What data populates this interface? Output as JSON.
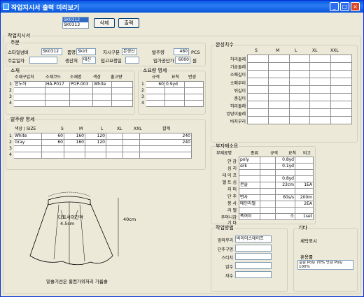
{
  "window": {
    "title": "작업지시서 출력 미리보기"
  },
  "top": {
    "list": [
      "SK0312",
      "SK0313"
    ],
    "delete_label": "삭제",
    "print_label": "출력"
  },
  "sheet": {
    "title": "작업지시서"
  },
  "order": {
    "title": "주문",
    "style_label": "스타일넘버",
    "style_value": "SK0312",
    "item_label": "품명",
    "item_value": "Skirt",
    "category_label": "지시구분",
    "category_value": "본생산",
    "qty_label": "발주량",
    "qty_value": "480",
    "qty_unit": "PCS",
    "date_label": "주문일자",
    "date_value": "",
    "factory_label": "생산처",
    "factory_value": "대신",
    "warehouse_label": "입고요청일",
    "warehouse_value": "",
    "price_label": "임가공단가",
    "price_value": "6000",
    "price_unit": "원"
  },
  "fabric": {
    "title": "소재",
    "headers": [
      "소재구입처",
      "소재코드",
      "소재명",
      "색상",
      "출고량"
    ],
    "rows": [
      [
        "한노하",
        "HA-P017",
        "POP-003",
        "White",
        ""
      ],
      [
        "",
        "",
        "",
        "",
        ""
      ],
      [
        "",
        "",
        "",
        "",
        ""
      ],
      [
        "",
        "",
        "",
        "",
        ""
      ]
    ],
    "row_nums": [
      "1",
      "2",
      "3",
      "4"
    ]
  },
  "usage": {
    "title": "소요량 명세",
    "headers": [
      "규격",
      "요척",
      "변경"
    ],
    "rows": [
      [
        "60",
        "0.9yd",
        ""
      ],
      [
        "",
        "",
        ""
      ],
      [
        "",
        "",
        ""
      ],
      [
        "",
        "",
        ""
      ]
    ],
    "row_nums": [
      "1",
      "2",
      "3",
      "4"
    ]
  },
  "orderqty": {
    "title": "발주량 명세",
    "headers": [
      "색상 / SIZE",
      "S",
      "M",
      "L",
      "XL",
      "XXL",
      "합계"
    ],
    "rows": [
      [
        "White",
        "60",
        "160",
        "120",
        "",
        "",
        "240"
      ],
      [
        "Gray",
        "60",
        "160",
        "120",
        "",
        "",
        "240"
      ],
      [
        "",
        "",
        "",
        "",
        "",
        "",
        ""
      ],
      [
        "",
        "",
        "",
        "",
        "",
        "",
        ""
      ]
    ],
    "row_nums": [
      "1",
      "2",
      "3",
      "4"
    ]
  },
  "sketch": {
    "note1": "다트사이간격",
    "note2": "4.5cm",
    "length": "40cm",
    "footer": "밑솔기선은 휨컴가위처리 가름솔"
  },
  "finish": {
    "title": "완성치수",
    "sizes": [
      "S",
      "M",
      "L",
      "XL",
      "XXL"
    ],
    "rows": [
      "허리둘레",
      "기슴둘레",
      "소매길이",
      "소매부리",
      "뒤길이",
      "총길이",
      "히리둘레",
      "엉덩이둘레",
      "바지부리"
    ]
  },
  "parts": {
    "title": "부자재소요",
    "headers": [
      "부재료명",
      "종류",
      "규격",
      "요척",
      "비고"
    ],
    "rows": [
      {
        "name": "안   감",
        "kind": "poly",
        "spec": "",
        "yo": "0.8yd",
        "note": ""
      },
      {
        "name": "심   지",
        "kind": "silk",
        "spec": "",
        "yo": "0.1yd",
        "note": ""
      },
      {
        "name": "테 이 프",
        "kind": "",
        "spec": "",
        "yo": "",
        "note": ""
      },
      {
        "name": "벨 트 심",
        "kind": "",
        "spec": "",
        "yo": "0.8yd",
        "note": ""
      },
      {
        "name": "지   퍼",
        "kind": "콘솔",
        "spec": "",
        "yo": "23cm",
        "note": "1EA"
      },
      {
        "name": "단   추",
        "kind": "",
        "spec": "",
        "yo": "",
        "note": ""
      },
      {
        "name": "봉   사",
        "kind": "면사",
        "spec": "",
        "yo": "60s/s",
        "note": "200m"
      },
      {
        "name": "라   벨",
        "kind": "메인라벨",
        "spec": "",
        "yo": "",
        "note": "2EA"
      },
      {
        "name": "주머니감",
        "kind": "",
        "spec": "",
        "yo": "",
        "note": ""
      },
      {
        "name": "기   타",
        "kind": "폭여이",
        "spec": "",
        "yo": "소",
        "note": "1set"
      }
    ]
  },
  "method": {
    "title": "작업방법",
    "labels": [
      "앞마무리",
      "단추구멍",
      "스티치",
      "암수",
      "자수"
    ],
    "values": [
      "바이어스테이프",
      "",
      "",
      "",
      ""
    ]
  },
  "etc": {
    "title": "기타",
    "wash_label": "세탁표시",
    "mix_label": "혼용률",
    "mix_value": "겉감 Poly 70% 안감 Poly 100%"
  }
}
